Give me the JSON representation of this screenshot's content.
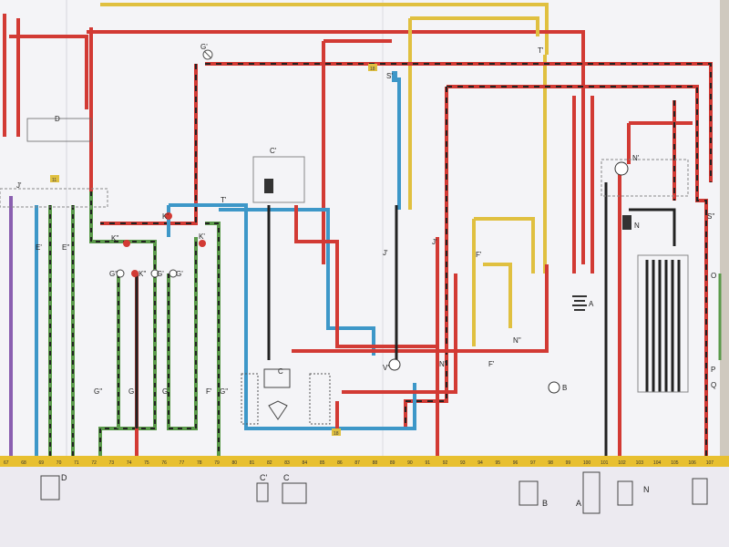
{
  "colors": {
    "paper": "#f4f4f7",
    "red": "#d23a34",
    "yellow": "#e0c040",
    "blue": "#3d97c8",
    "green": "#5a9a4a",
    "black": "#222222",
    "purple": "#8a5fb0",
    "strip": "#e8c030"
  },
  "labels": {
    "g_top": "G'",
    "d_top": "D",
    "s_top": "S'",
    "t_top_right": "T'",
    "c_relay": "C'",
    "n_top": "N'",
    "n_coil": "N",
    "j_left": "J'",
    "k1": "K'",
    "k2": "K''",
    "k3": "K'",
    "k4": "K''",
    "g1": "G''",
    "g2": "G'",
    "g3": "G'",
    "t_mid": "T'",
    "j2": "J'",
    "j3": "J'",
    "f_prime": "F'",
    "f_mid": "F'",
    "n_mid": "N''",
    "n_low": "N'",
    "v_motor": "V'",
    "a_label": "A",
    "b_label": "B",
    "c_diode": "C",
    "g_low1": "G''",
    "g_low2": "G",
    "g_low3": "G'",
    "f_low": "F'",
    "g_low4": "G''",
    "o_label": "O",
    "p_label": "P",
    "q_label": "Q",
    "s_right": "S''",
    "e_label1": "E'",
    "e_label2": "E''",
    "tag_yellow1": "11",
    "tag_yellow2": "18",
    "tag_yellow3": "18",
    "bottom_d": "D",
    "bottom_c_prime": "C'",
    "bottom_c": "C",
    "bottom_b": "B",
    "bottom_a": "A",
    "bottom_n": "N"
  },
  "strip_numbers": [
    "67",
    "68",
    "69",
    "70",
    "71",
    "72",
    "73",
    "74",
    "75",
    "76",
    "77",
    "78",
    "79",
    "80",
    "81",
    "82",
    "83",
    "84",
    "85",
    "86",
    "87",
    "88",
    "89",
    "90",
    "91",
    "92",
    "93",
    "94",
    "95",
    "96",
    "97",
    "98",
    "99",
    "100",
    "101",
    "102",
    "103",
    "104",
    "105",
    "106",
    "107"
  ]
}
